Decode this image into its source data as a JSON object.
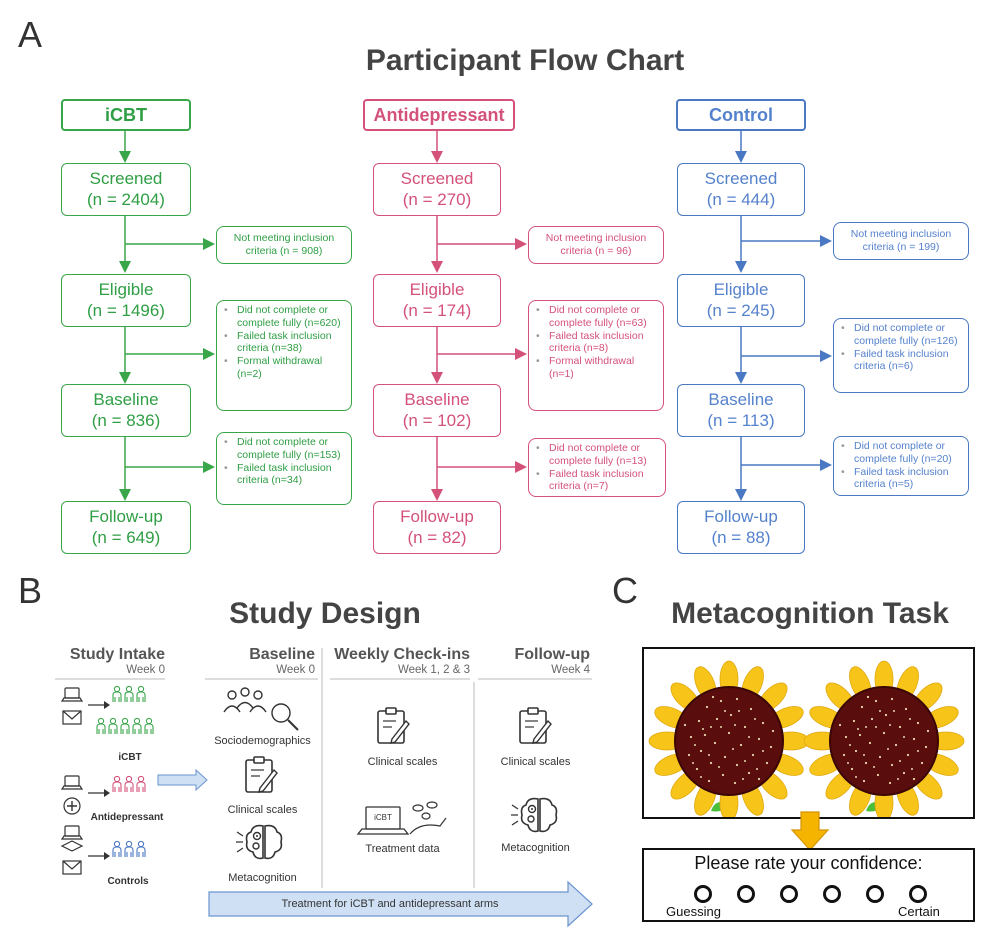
{
  "panel_a": {
    "letter": "A",
    "title": "Participant Flow Chart",
    "arms": [
      {
        "name": "iCBT",
        "stages": [
          {
            "label": "Screened",
            "n": "(n = 2404)"
          },
          {
            "label": "Eligible",
            "n": "(n = 1496)"
          },
          {
            "label": "Baseline",
            "n": "(n = 836)"
          },
          {
            "label": "Follow-up",
            "n": "(n = 649)"
          }
        ],
        "exclusion_1": "Not meeting inclusion criteria (n = 908)",
        "exclusion_2": [
          "Did not complete or complete fully (n=620)",
          "Failed task inclusion criteria (n=38)",
          "Formal withdrawal (n=2)"
        ],
        "exclusion_3": [
          "Did not complete or complete fully (n=153)",
          "Failed task inclusion criteria (n=34)"
        ]
      },
      {
        "name": "Antidepressant",
        "stages": [
          {
            "label": "Screened",
            "n": "(n = 270)"
          },
          {
            "label": "Eligible",
            "n": "(n = 174)"
          },
          {
            "label": "Baseline",
            "n": "(n = 102)"
          },
          {
            "label": "Follow-up",
            "n": "(n = 82)"
          }
        ],
        "exclusion_1": "Not meeting inclusion criteria (n = 96)",
        "exclusion_2": [
          "Did not complete or complete fully (n=63)",
          "Failed task inclusion criteria (n=8)",
          "Formal withdrawal (n=1)"
        ],
        "exclusion_3": [
          "Did not complete or complete fully (n=13)",
          "Failed task inclusion criteria (n=7)"
        ]
      },
      {
        "name": "Control",
        "stages": [
          {
            "label": "Screened",
            "n": "(n = 444)"
          },
          {
            "label": "Eligible",
            "n": "(n = 245)"
          },
          {
            "label": "Baseline",
            "n": "(n = 113)"
          },
          {
            "label": "Follow-up",
            "n": "(n = 88)"
          }
        ],
        "exclusion_1": "Not meeting inclusion criteria (n = 199)",
        "exclusion_2": [
          "Did not complete or complete fully (n=126)",
          "Failed task inclusion criteria (n=6)"
        ],
        "exclusion_3": [
          "Did not complete or complete fully (n=20)",
          "Failed task inclusion criteria (n=5)"
        ]
      }
    ],
    "colors": {
      "icbt": "#3aa64a",
      "antidepressant": "#d4517a",
      "control": "#4a78c2"
    }
  },
  "panel_b": {
    "letter": "B",
    "title": "Study Design",
    "columns": [
      {
        "heading": "Study Intake",
        "week": "Week 0"
      },
      {
        "heading": "Baseline",
        "week": "Week 0"
      },
      {
        "heading": "Weekly Check-ins",
        "week": "Week 1, 2 & 3"
      },
      {
        "heading": "Follow-up",
        "week": "Week 4"
      }
    ],
    "groups": [
      "iCBT",
      "Antidepressant",
      "Controls"
    ],
    "baseline_items": [
      "Sociodemographics",
      "Clinical scales",
      "Metacognition"
    ],
    "weekly_items": [
      "Clinical scales",
      "Treatment data"
    ],
    "followup_items": [
      "Clinical scales",
      "Metacognition"
    ],
    "laptop_label": "iCBT",
    "treatment_arrow": "Treatment for iCBT and antidepressant arms"
  },
  "panel_c": {
    "letter": "C",
    "title": "Metacognition Task",
    "prompt": "Please rate your confidence:",
    "scale_low": "Guessing",
    "scale_high": "Certain",
    "scale_points": 6
  }
}
